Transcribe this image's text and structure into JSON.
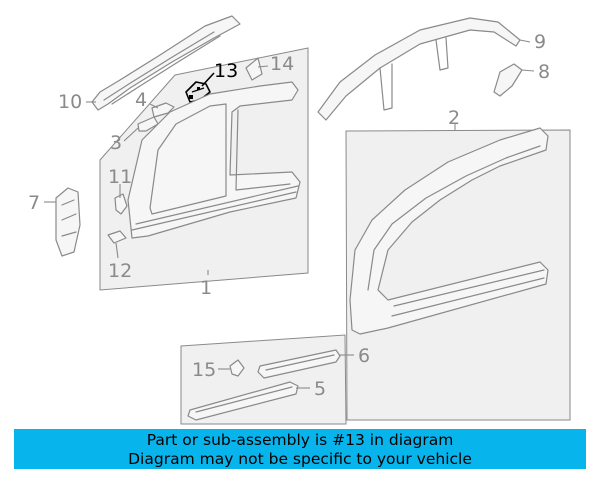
{
  "diagram": {
    "highlight_color": "#000000",
    "line_color": "#8a8a8a",
    "callouts": {
      "c1": "1",
      "c2": "2",
      "c3": "3",
      "c4": "4",
      "c5": "5",
      "c6": "6",
      "c7": "7",
      "c8": "8",
      "c9": "9",
      "c10": "10",
      "c11": "11",
      "c12": "12",
      "c13": "13",
      "c14": "14",
      "c15": "15"
    },
    "highlighted_part": "13"
  },
  "banner": {
    "line1": "Part or sub-assembly is #13 in diagram",
    "line2": "Diagram may not be specific to your vehicle",
    "bg_color": "#08b4ec"
  }
}
